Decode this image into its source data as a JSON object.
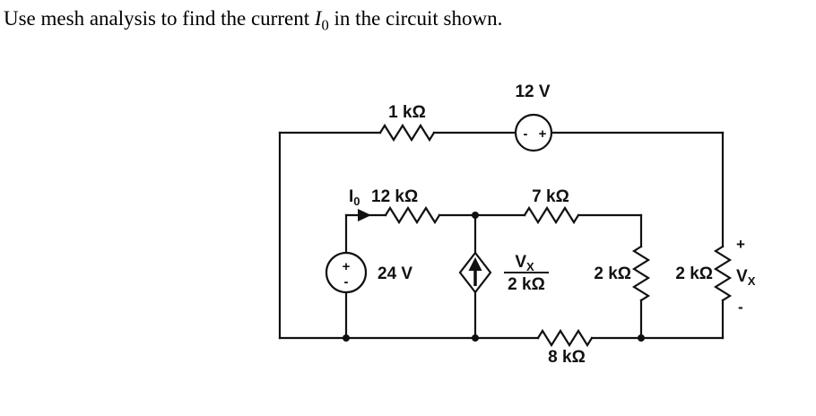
{
  "title": {
    "prefix": "Use mesh analysis to find the current ",
    "var": "I",
    "var_sub": "0",
    "suffix": " in the circuit shown."
  },
  "circuit": {
    "top_resistor": "1 kΩ",
    "top_source_label": "12 V",
    "top_source_minus": "-",
    "top_source_plus": "+",
    "i0_var": "I",
    "i0_sub": "0",
    "mid_resistor_left": "12 kΩ",
    "mid_resistor_right": "7 kΩ",
    "left_source_label": "24 V",
    "left_source_plus": "+",
    "left_source_minus": "-",
    "dep_source_num_var": "V",
    "dep_source_num_sub": "X",
    "dep_source_den": "2 kΩ",
    "shunt_resistor_left": "2 kΩ",
    "shunt_resistor_right": "2 kΩ",
    "vx_plus": "+",
    "vx_var": "V",
    "vx_sub": "X",
    "vx_minus": "-",
    "bottom_resistor": "8 kΩ"
  }
}
